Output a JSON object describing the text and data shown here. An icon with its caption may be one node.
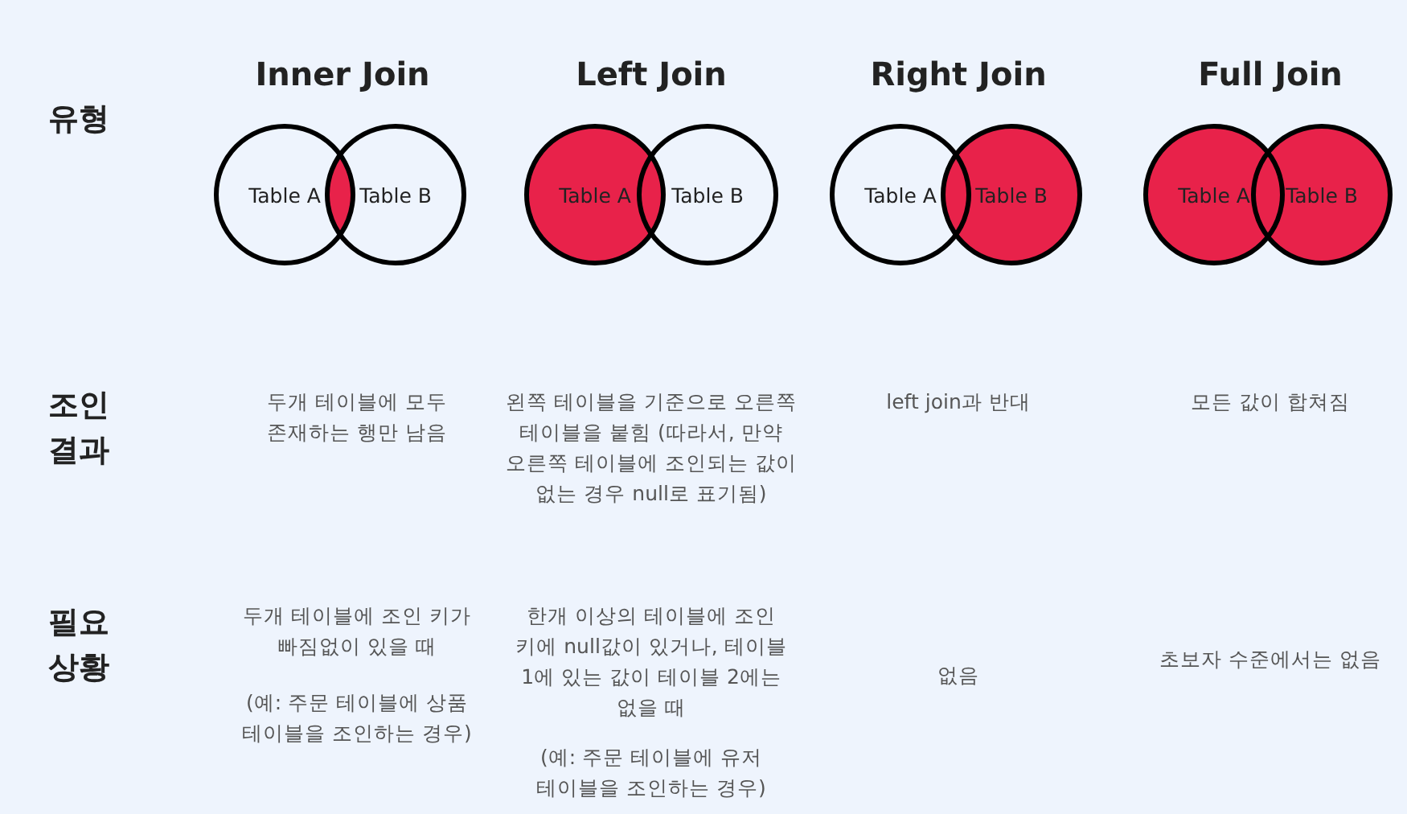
{
  "diagram": {
    "nodes": [
      {
        "text": [
          "Table A"
        ]
      },
      {
        "text": [
          "Table B"
        ]
      },
      {
        "text": [
          "Table A"
        ]
      },
      {
        "text": [
          "Table B"
        ]
      },
      {
        "text": [
          "Table A"
        ]
      },
      {
        "text": [
          "Table B"
        ]
      },
      {
        "text": [
          "Table A"
        ]
      },
      {
        "text": [
          "Table B"
        ]
      }
    ],
    "edges": [],
    "labels": [
      "Inner Join",
      "Left Join",
      "Right Join",
      "Full Join",
      "유형",
      "조인 결과",
      "두개 테이블에 모두 존재하는 행만 남음",
      "왼쪽 테이블을 기준으로 오른쪽 테이블을 붙힘 (따라서, 만약 오른쪽 테이블에 조인되는 값이 없는 경우 null로 표기됨)",
      "left join과 반대",
      "모든 값이 합쳐짐",
      "필요 상황",
      "두개 테이블에 조인 키가 빠짐없이 있을 때",
      "(예: 주문 테이블에 상품 테이블을 조인하는 경우)",
      "한개 이상의 테이블에 조인 키에 null값이 있거나, 테이블 1에 있는 값이 테이블 2에는 없을 때",
      "(예: 주문 테이블에 유저 테이블을 조인하는 경우)",
      "없음",
      "초보자 수준에서는 없음"
    ]
  }
}
